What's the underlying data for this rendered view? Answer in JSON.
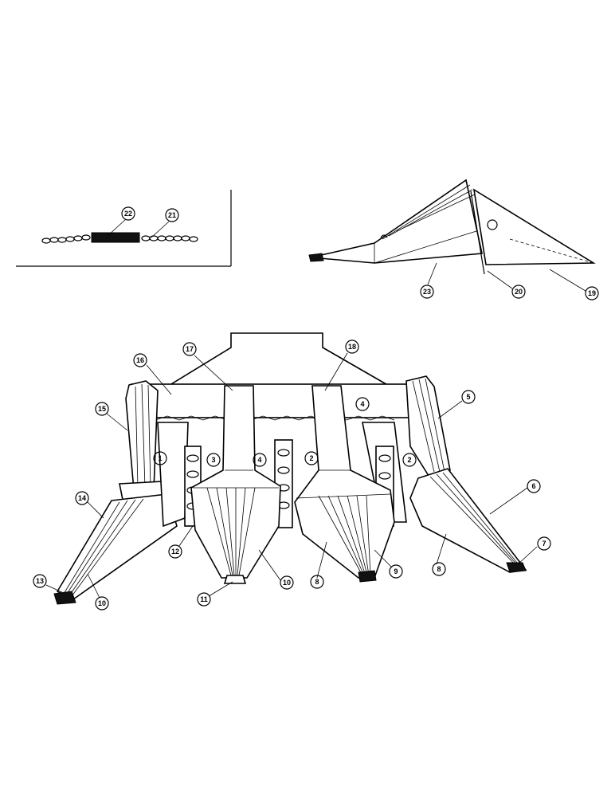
{
  "diagram": {
    "callouts": [
      {
        "id": "c22",
        "label": "22"
      },
      {
        "id": "c21",
        "label": "21"
      },
      {
        "id": "c23",
        "label": "23"
      },
      {
        "id": "c20",
        "label": "20"
      },
      {
        "id": "c19",
        "label": "19"
      },
      {
        "id": "c16",
        "label": "16"
      },
      {
        "id": "c17",
        "label": "17"
      },
      {
        "id": "c18",
        "label": "18"
      },
      {
        "id": "c15",
        "label": "15"
      },
      {
        "id": "c5",
        "label": "5"
      },
      {
        "id": "c4a",
        "label": "4"
      },
      {
        "id": "c1",
        "label": "1"
      },
      {
        "id": "c3",
        "label": "3"
      },
      {
        "id": "c4b",
        "label": "4"
      },
      {
        "id": "c2a",
        "label": "2"
      },
      {
        "id": "c2b",
        "label": "2"
      },
      {
        "id": "c14",
        "label": "14"
      },
      {
        "id": "c6",
        "label": "6"
      },
      {
        "id": "c7",
        "label": "7"
      },
      {
        "id": "c12",
        "label": "12"
      },
      {
        "id": "c13",
        "label": "13"
      },
      {
        "id": "c10a",
        "label": "10"
      },
      {
        "id": "c11",
        "label": "11"
      },
      {
        "id": "c10b",
        "label": "10"
      },
      {
        "id": "c8a",
        "label": "8"
      },
      {
        "id": "c9",
        "label": "9"
      },
      {
        "id": "c8b",
        "label": "8"
      }
    ]
  }
}
